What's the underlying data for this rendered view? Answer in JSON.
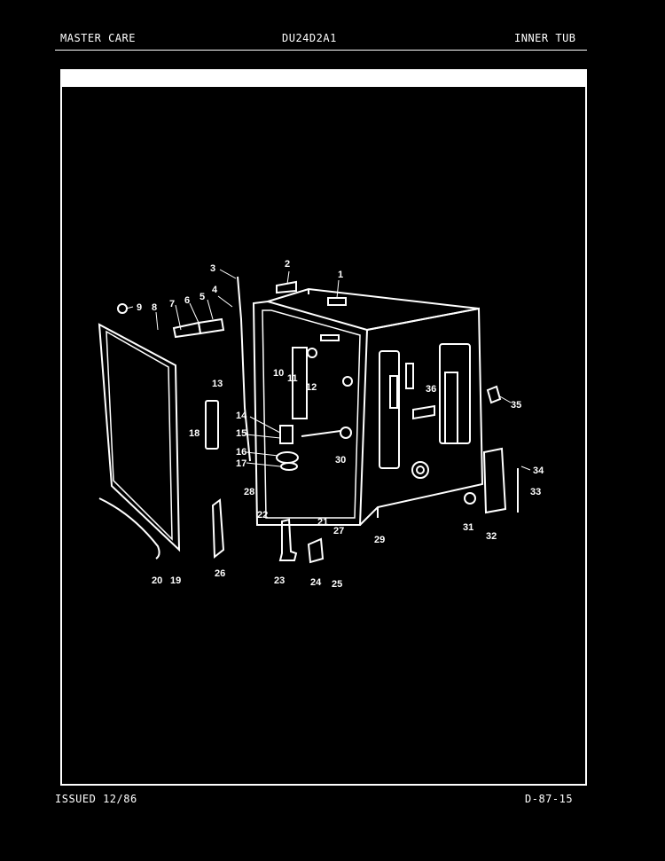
{
  "header": {
    "left": "MASTER CARE",
    "center": "DU24D2A1",
    "right": "INNER TUB"
  },
  "footer": {
    "left": "ISSUED 12/86",
    "right": "D-87-15"
  },
  "callouts": {
    "c1": "1",
    "c2": "2",
    "c3": "3",
    "c4": "4",
    "c5": "5",
    "c6": "6",
    "c7": "7",
    "c8": "8",
    "c9": "9",
    "c10": "10",
    "c11": "11",
    "c12": "12",
    "c13": "13",
    "c14": "14",
    "c15": "15",
    "c16": "16",
    "c17": "17",
    "c18": "18",
    "c19": "19",
    "c20": "20",
    "c21": "21",
    "c22": "22",
    "c23": "23",
    "c24": "24",
    "c25": "25",
    "c26": "26",
    "c27": "27",
    "c28": "28",
    "c29": "29",
    "c30": "30",
    "c31": "31",
    "c32": "32",
    "c33": "33",
    "c34": "34",
    "c35": "35",
    "c36": "36"
  }
}
